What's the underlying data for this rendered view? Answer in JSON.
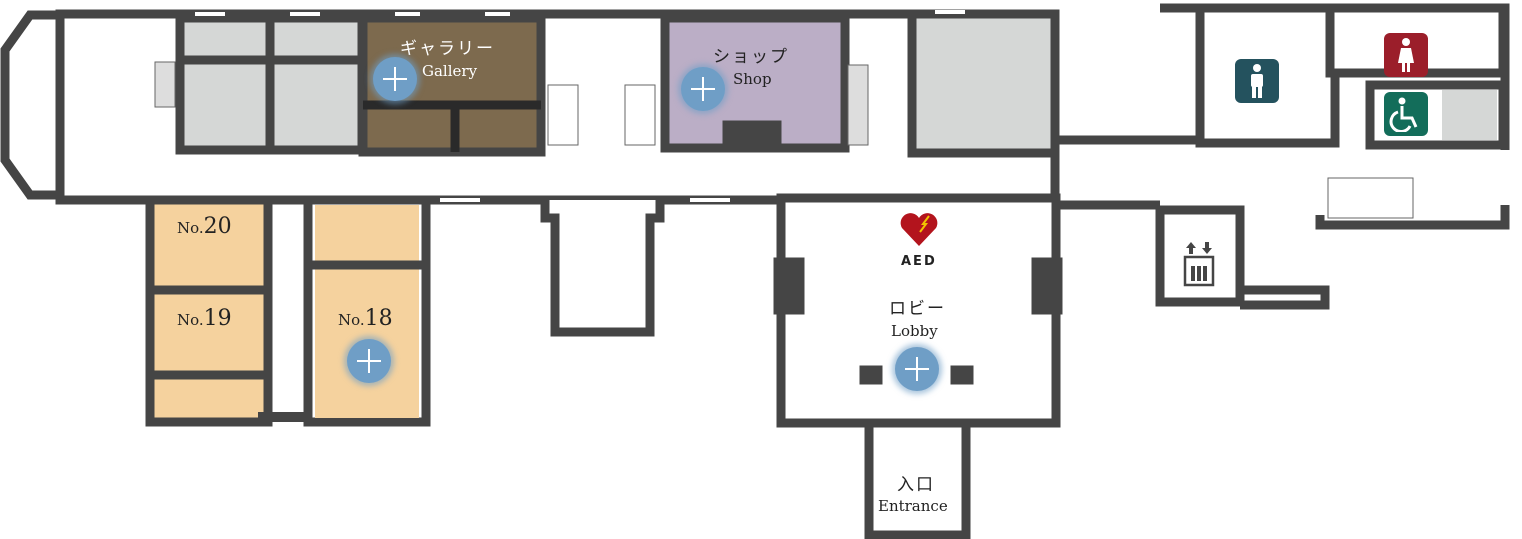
{
  "rooms": {
    "gallery": {
      "jp": "ギャラリー",
      "en": "Gallery"
    },
    "shop": {
      "jp": "ショップ",
      "en": "Shop"
    },
    "lobby": {
      "jp": "ロビー",
      "en": "Lobby"
    },
    "entrance": {
      "jp": "入口",
      "en": "Entrance"
    },
    "no20": {
      "prefix": "No.",
      "num": "20"
    },
    "no19": {
      "prefix": "No.",
      "num": "19"
    },
    "no18": {
      "prefix": "No.",
      "num": "18"
    }
  },
  "facilities": {
    "aed": "AED",
    "icons": [
      "mens-restroom-icon",
      "womens-restroom-icon",
      "accessible-restroom-icon",
      "elevator-icon",
      "aed-heart-icon"
    ]
  },
  "colors": {
    "wall": "#454545",
    "gallery": "#7d6a4e",
    "shop": "#bbaec6",
    "guest_room": "#f5d29e",
    "storage": "#d5d7d6",
    "marker": "#6f9ec6",
    "mens": "#24525e",
    "womens": "#9b1e2a",
    "accessible": "#136d5a"
  }
}
